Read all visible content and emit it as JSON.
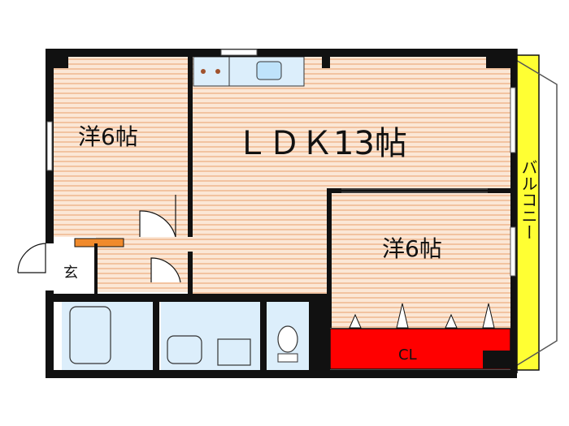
{
  "rooms": {
    "western_room_left": {
      "label": "洋6帖"
    },
    "ldk": {
      "label": "ＬＤＫ13帖"
    },
    "western_room_right": {
      "label": "洋6帖"
    },
    "entrance": {
      "label": "玄"
    },
    "closet": {
      "label": "CL"
    },
    "balcony": {
      "label": "バルコニー"
    }
  },
  "colors": {
    "floor_stripe": "#f4c6a4",
    "floor_base": "#fbe7d6",
    "wet_area": "#dceefb",
    "closet_fill": "#ff0000",
    "balcony_fill": "#ffff33",
    "shoe_box": "#f08a2c",
    "wall": "#111111"
  }
}
